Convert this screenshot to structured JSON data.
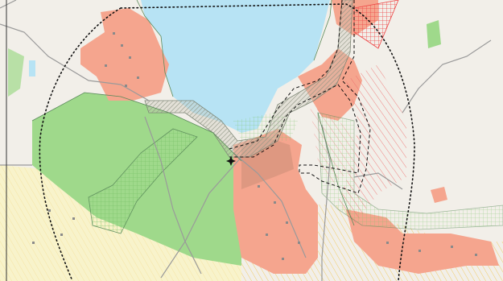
{
  "map": {
    "colors": {
      "background": "#f2efe9",
      "water": "#b7e3f4",
      "residential": "#f5a58e",
      "residential_dark": "#d8957e",
      "green_zone": "#9fd98b",
      "green_hatch": "#7cc36a",
      "yellow_zone": "#f6f0b8",
      "yellow_hatch": "#f0d070",
      "corridor_hatch": "#8a8f80",
      "red_hatch": "#ee4444",
      "road": "#9a9a9a",
      "zone_outline": "#5a8a5a",
      "dotted_buffer": "#111111",
      "dashed_corridor": "#111111"
    },
    "features": [
      "water-body",
      "residential-areas",
      "green-zone",
      "hatched-corridor",
      "dotted-buffer",
      "dashed-corridor",
      "roads"
    ],
    "marker_icon": "star-marker-icon"
  }
}
